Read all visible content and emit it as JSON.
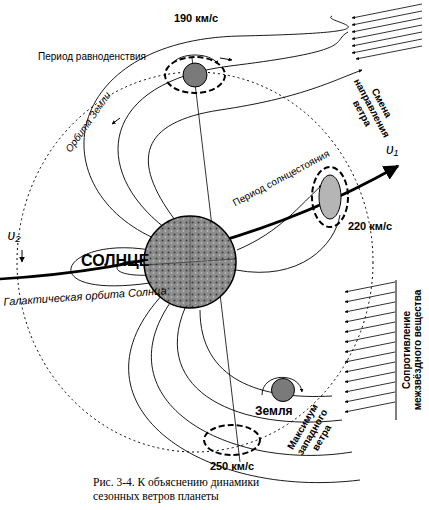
{
  "diagram": {
    "caption": "Рис. 3-4. К объяснению динамики сезонных ветров планеты",
    "nodes": [
      {
        "text": [
          "СОЛНЦЕ"
        ]
      },
      {
        "text": [
          "Земля"
        ]
      }
    ],
    "labels": [
      "190 км/с",
      "Период равноденствия",
      "Смена направления ветра",
      "Орбита Земли",
      "υ₁",
      "υ₂",
      "Период солнцестояния",
      "220 км/с",
      "Галактическая орбита Солнца",
      "Сопротивление межзвёздного вещества",
      "Максимум западного ветра",
      "250 км/с"
    ]
  }
}
